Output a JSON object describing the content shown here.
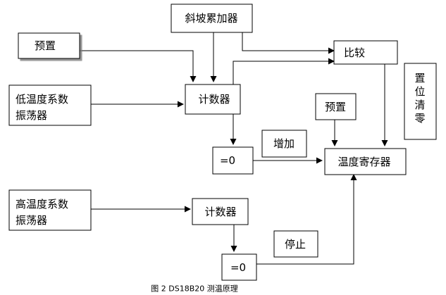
{
  "blocks": {
    "ramp_accumulator": "斜坡累加器",
    "preset_top": "预置",
    "compare": "比较",
    "low_osc_line1": "低温度系数",
    "low_osc_line2": "振荡器",
    "counter_top": "计数器",
    "preset_mid": "预置",
    "reset_line1": "置",
    "reset_line2": "位",
    "reset_line3": "清",
    "reset_line4": "零",
    "zero_top": "=0",
    "increase": "增加",
    "temp_register": "温度寄存器",
    "high_osc_line1": "高温度系数",
    "high_osc_line2": "振荡器",
    "counter_bottom": "计数器",
    "stop": "停止",
    "zero_bottom": "=0"
  },
  "caption": "图 2  DS18B20 测温原理"
}
